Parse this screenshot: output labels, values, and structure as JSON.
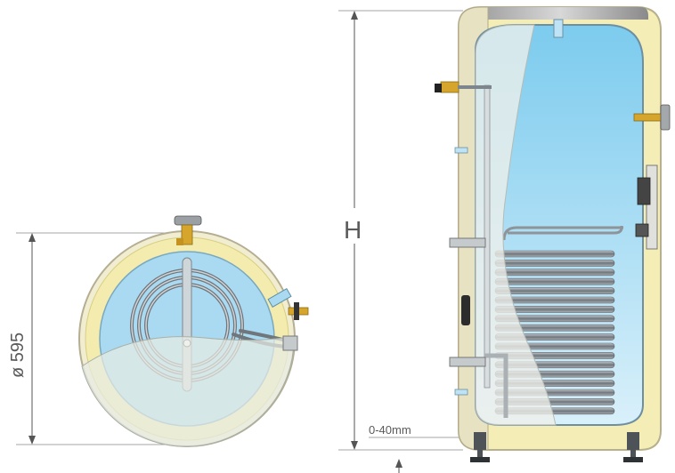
{
  "dimensions": {
    "diameter_label": "ø 595",
    "height_label": "H",
    "feet_label": "0-40mm"
  },
  "colors": {
    "insulation": "#f2ecaa",
    "insulation_edge": "#c9bf6a",
    "jacket": "#f5f3e6",
    "jacket_edge": "#b5ae92",
    "water": "#8fd0ee",
    "water_light": "#c7e8f6",
    "coil": "#8e9499",
    "brass": "#d6a52b",
    "dim_line": "#555555"
  },
  "icons": {
    "thermometer": "thermometer-icon",
    "valve": "valve-icon",
    "foot": "leveling-foot-icon",
    "controller": "controller-icon"
  }
}
